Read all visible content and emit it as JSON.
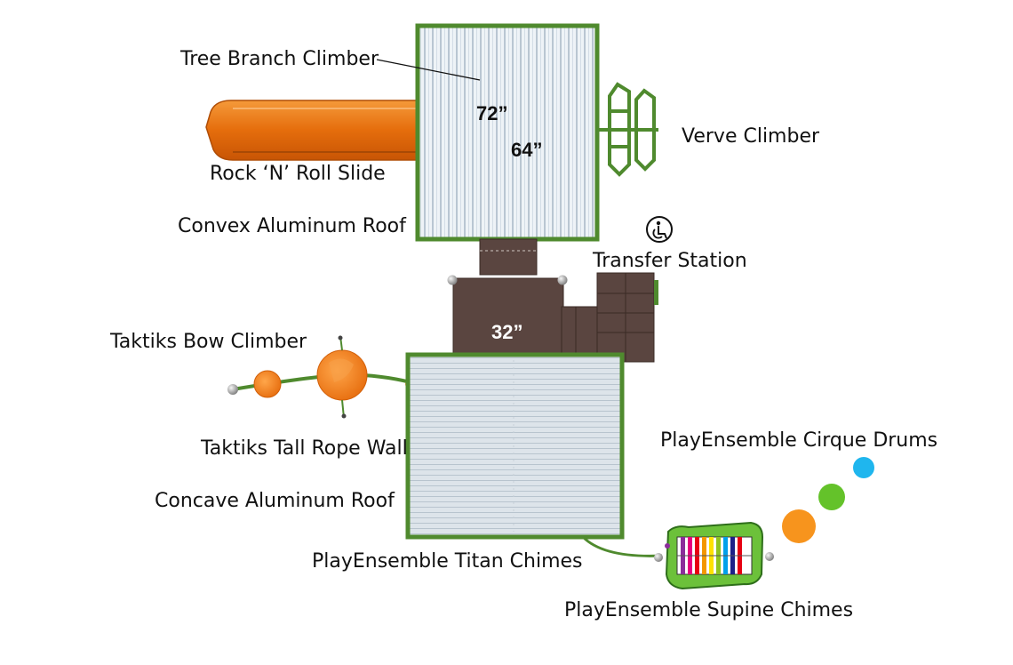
{
  "labels": {
    "tree_branch_climber": "Tree Branch Climber",
    "rock_n_roll_slide": "Rock ‘N’ Roll Slide",
    "convex_aluminum_roof": "Convex Aluminum Roof",
    "verve_climber": "Verve Climber",
    "transfer_station": "Transfer Station",
    "taktiks_bow_climber": "Taktiks Bow Climber",
    "taktiks_tall_rope_wall": "Taktiks Tall Rope Wall",
    "concave_aluminum_roof": "Concave Aluminum Roof",
    "playensemble_cirque_drums": "PlayEnsemble Cirque Drums",
    "playensemble_titan_chimes": "PlayEnsemble Titan Chimes",
    "playensemble_supine_chimes": "PlayEnsemble Supine Chimes"
  },
  "dimensions": {
    "height_72": "72”",
    "height_64": "64”",
    "height_32": "32”"
  },
  "icons": {
    "accessibility": "wheelchair-icon"
  },
  "colors": {
    "frame_green": "#4f8a2e",
    "slide_orange": "#e8730f",
    "deck_brown": "#5a4540",
    "roof_light": "#dfe7ee",
    "drum_blue": "#1fb6ee",
    "drum_green": "#64c22a",
    "drum_orange": "#f7941d"
  }
}
